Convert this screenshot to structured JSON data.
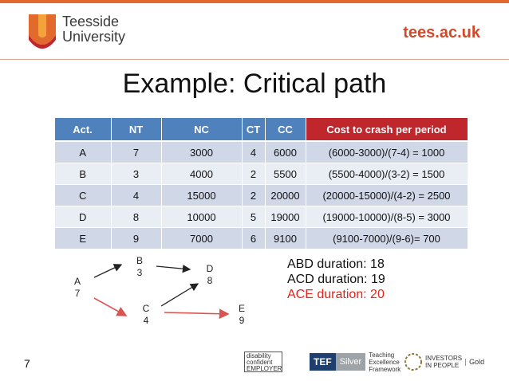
{
  "header": {
    "university_name_line1": "Teesside",
    "university_name_line2": "University",
    "website": "tees.ac.uk",
    "brand_color": "#e26a2c",
    "accent_red": "#d1492a"
  },
  "slide": {
    "title": "Example: Critical path",
    "page_number": "7"
  },
  "table": {
    "headers": [
      "Act.",
      "NT",
      "NC",
      "CT",
      "CC",
      "Cost to crash per period"
    ],
    "rows": [
      [
        "A",
        "7",
        "3000",
        "4",
        "6000",
        "(6000-3000)/(7-4) = 1000"
      ],
      [
        "B",
        "3",
        "4000",
        "2",
        "5500",
        "(5500-4000)/(3-2) = 1500"
      ],
      [
        "C",
        "4",
        "15000",
        "2",
        "20000",
        "(20000-15000)/(4-2) = 2500"
      ],
      [
        "D",
        "8",
        "10000",
        "5",
        "19000",
        "(19000-10000)/(8-5) = 3000"
      ],
      [
        "E",
        "9",
        "7000",
        "6",
        "9100",
        "(9100-7000)/(9-6)= 700"
      ]
    ],
    "header_color": "#4f81bd",
    "crash_header_color": "#c0272d"
  },
  "network": {
    "nodes": [
      {
        "id": "A",
        "label": "A",
        "duration": "7"
      },
      {
        "id": "B",
        "label": "B",
        "duration": "3"
      },
      {
        "id": "C",
        "label": "C",
        "duration": "4"
      },
      {
        "id": "D",
        "label": "D",
        "duration": "8"
      },
      {
        "id": "E",
        "label": "E",
        "duration": "9"
      }
    ],
    "edges": [
      {
        "from": "A",
        "to": "B",
        "critical": false
      },
      {
        "from": "A",
        "to": "C",
        "critical": true
      },
      {
        "from": "B",
        "to": "D",
        "critical": false
      },
      {
        "from": "C",
        "to": "D",
        "critical": false
      },
      {
        "from": "C",
        "to": "E",
        "critical": true
      }
    ],
    "critical_color": "#d9534f"
  },
  "durations": [
    {
      "text": "ABD duration: 18",
      "highlight": false
    },
    {
      "text": "ACD duration: 19",
      "highlight": false
    },
    {
      "text": "ACE duration: 20",
      "highlight": true
    }
  ],
  "footer_logos": {
    "disability_confident": {
      "line1": "disability",
      "line2": "confident",
      "line3": "EMPLOYER"
    },
    "tef": {
      "logo": "TEF",
      "level": "Silver",
      "line1": "Teaching",
      "line2": "Excellence",
      "line3": "Framework"
    },
    "investors": {
      "line1": "INVESTORS",
      "line2": "IN PEOPLE",
      "level": "Gold"
    }
  }
}
